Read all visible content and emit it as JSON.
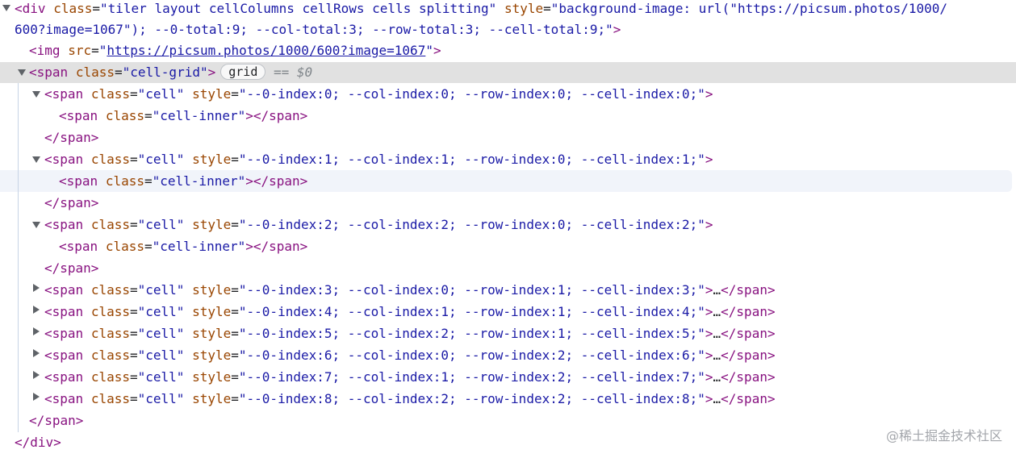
{
  "devtools_tree": {
    "root_open": {
      "tag": "div",
      "class_value": "tiler layout cellColumns cellRows cells splitting",
      "style_value_line1": "background-image: url(\"https://picsum.photos/1000/",
      "style_value_line2": "600?image=1067\"); --0-total:9; --col-total:3; --row-total:3; --cell-total:9;"
    },
    "img": {
      "tag": "img",
      "src_value": "https://picsum.photos/1000/600?image=1067"
    },
    "grid_span": {
      "tag": "span",
      "class_value": "cell-grid",
      "badge": "grid",
      "selected_marker": "== $0"
    },
    "expanded_cells": [
      {
        "style_value": "--0-index:0; --col-index:0; --row-index:0; --cell-index:0;",
        "inner_class_value": "cell-inner"
      },
      {
        "style_value": "--0-index:1; --col-index:1; --row-index:0; --cell-index:1;",
        "inner_class_value": "cell-inner"
      },
      {
        "style_value": "--0-index:2; --col-index:2; --row-index:0; --cell-index:2;",
        "inner_class_value": "cell-inner"
      }
    ],
    "collapsed_cells": [
      {
        "style_value": "--0-index:3; --col-index:0; --row-index:1; --cell-index:3;"
      },
      {
        "style_value": "--0-index:4; --col-index:1; --row-index:1; --cell-index:4;"
      },
      {
        "style_value": "--0-index:5; --col-index:2; --row-index:1; --cell-index:5;"
      },
      {
        "style_value": "--0-index:6; --col-index:0; --row-index:2; --cell-index:6;"
      },
      {
        "style_value": "--0-index:7; --col-index:1; --row-index:2; --cell-index:7;"
      },
      {
        "style_value": "--0-index:8; --col-index:2; --row-index:2; --cell-index:8;"
      }
    ],
    "cell_class_value": "cell",
    "ellipsis": "…"
  },
  "watermark": "@稀土掘金技术社区",
  "colors": {
    "tag": "#881280",
    "attr_name": "#994500",
    "attr_value": "#1a1aa6",
    "selected_row_bg": "#e1e1e1",
    "hover_row_bg": "#f1f4fa",
    "disclosure_triangle": "#5f6368"
  },
  "icons": {
    "expanded": "triangle-down-icon",
    "collapsed": "triangle-right-icon"
  }
}
